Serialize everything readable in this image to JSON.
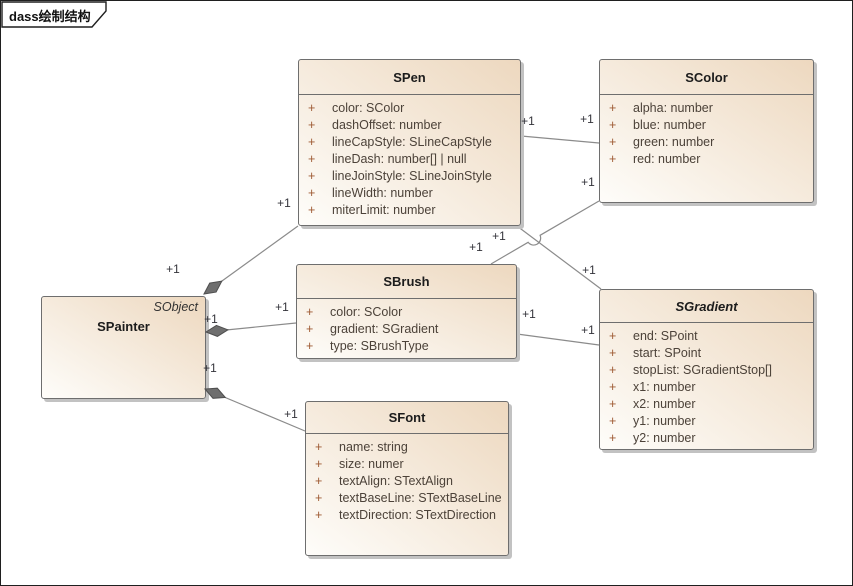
{
  "frame": {
    "title": "dass绘制结构"
  },
  "classes": {
    "spen": {
      "name": "SPen",
      "attrs": [
        {
          "v": "+",
          "t": "color: SColor"
        },
        {
          "v": "+",
          "t": "dashOffset: number"
        },
        {
          "v": "+",
          "t": "lineCapStyle: SLineCapStyle"
        },
        {
          "v": "+",
          "t": "lineDash: number[] | null"
        },
        {
          "v": "+",
          "t": "lineJoinStyle: SLineJoinStyle"
        },
        {
          "v": "+",
          "t": "lineWidth: number"
        },
        {
          "v": "+",
          "t": "miterLimit: number"
        }
      ]
    },
    "scolor": {
      "name": "SColor",
      "attrs": [
        {
          "v": "+",
          "t": "alpha: number"
        },
        {
          "v": "+",
          "t": "blue: number"
        },
        {
          "v": "+",
          "t": "green: number"
        },
        {
          "v": "+",
          "t": "red: number"
        }
      ]
    },
    "sbrush": {
      "name": "SBrush",
      "attrs": [
        {
          "v": "+",
          "t": "color: SColor"
        },
        {
          "v": "+",
          "t": "gradient: SGradient"
        },
        {
          "v": "+",
          "t": "type: SBrushType"
        }
      ]
    },
    "sgradient": {
      "name": "SGradient",
      "abstract": true,
      "attrs": [
        {
          "v": "+",
          "t": "end: SPoint"
        },
        {
          "v": "+",
          "t": "start: SPoint"
        },
        {
          "v": "+",
          "t": "stopList: SGradientStop[]"
        },
        {
          "v": "+",
          "t": "x1: number"
        },
        {
          "v": "+",
          "t": "x2: number"
        },
        {
          "v": "+",
          "t": "y1: number"
        },
        {
          "v": "+",
          "t": "y2: number"
        }
      ]
    },
    "spainter": {
      "name": "SPainter",
      "parent": "SObject"
    },
    "sfont": {
      "name": "SFont",
      "attrs": [
        {
          "v": "+",
          "t": "name: string"
        },
        {
          "v": "+",
          "t": "size: numer"
        },
        {
          "v": "+",
          "t": "textAlign: STextAlign"
        },
        {
          "v": "+",
          "t": "textBaseLine: STextBaseLine"
        },
        {
          "v": "+",
          "t": "textDirection: STextDirection"
        }
      ]
    }
  },
  "relations": [
    {
      "from": "SPainter",
      "to": "SPen",
      "type": "composition",
      "from_mult": "+1",
      "to_mult": "+1"
    },
    {
      "from": "SPainter",
      "to": "SBrush",
      "type": "composition",
      "from_mult": "+1",
      "to_mult": "+1"
    },
    {
      "from": "SPainter",
      "to": "SFont",
      "type": "composition",
      "from_mult": "+1",
      "to_mult": "+1"
    },
    {
      "from": "SPen",
      "to": "SColor",
      "type": "association",
      "from_mult": "+1",
      "to_mult": "+1"
    },
    {
      "from": "SPen",
      "to": "SGradient",
      "type": "association",
      "from_mult": "+1",
      "to_mult": "+1"
    },
    {
      "from": "SBrush",
      "to": "SColor",
      "type": "association",
      "from_mult": "+1",
      "to_mult": "+1"
    },
    {
      "from": "SBrush",
      "to": "SGradient",
      "type": "association",
      "from_mult": "+1",
      "to_mult": "+1"
    }
  ],
  "colors": {
    "box_fill_light": "#fefdfa",
    "box_fill_dark": "#edd8bf",
    "box_border": "#6e6e6e",
    "relation_line": "#8b8b8b",
    "diamond_fill": "#6f6f6f",
    "visibility_sign": "#9e5a33",
    "attribute_text": "#4c4239",
    "shadow": "#c2c2c2"
  }
}
